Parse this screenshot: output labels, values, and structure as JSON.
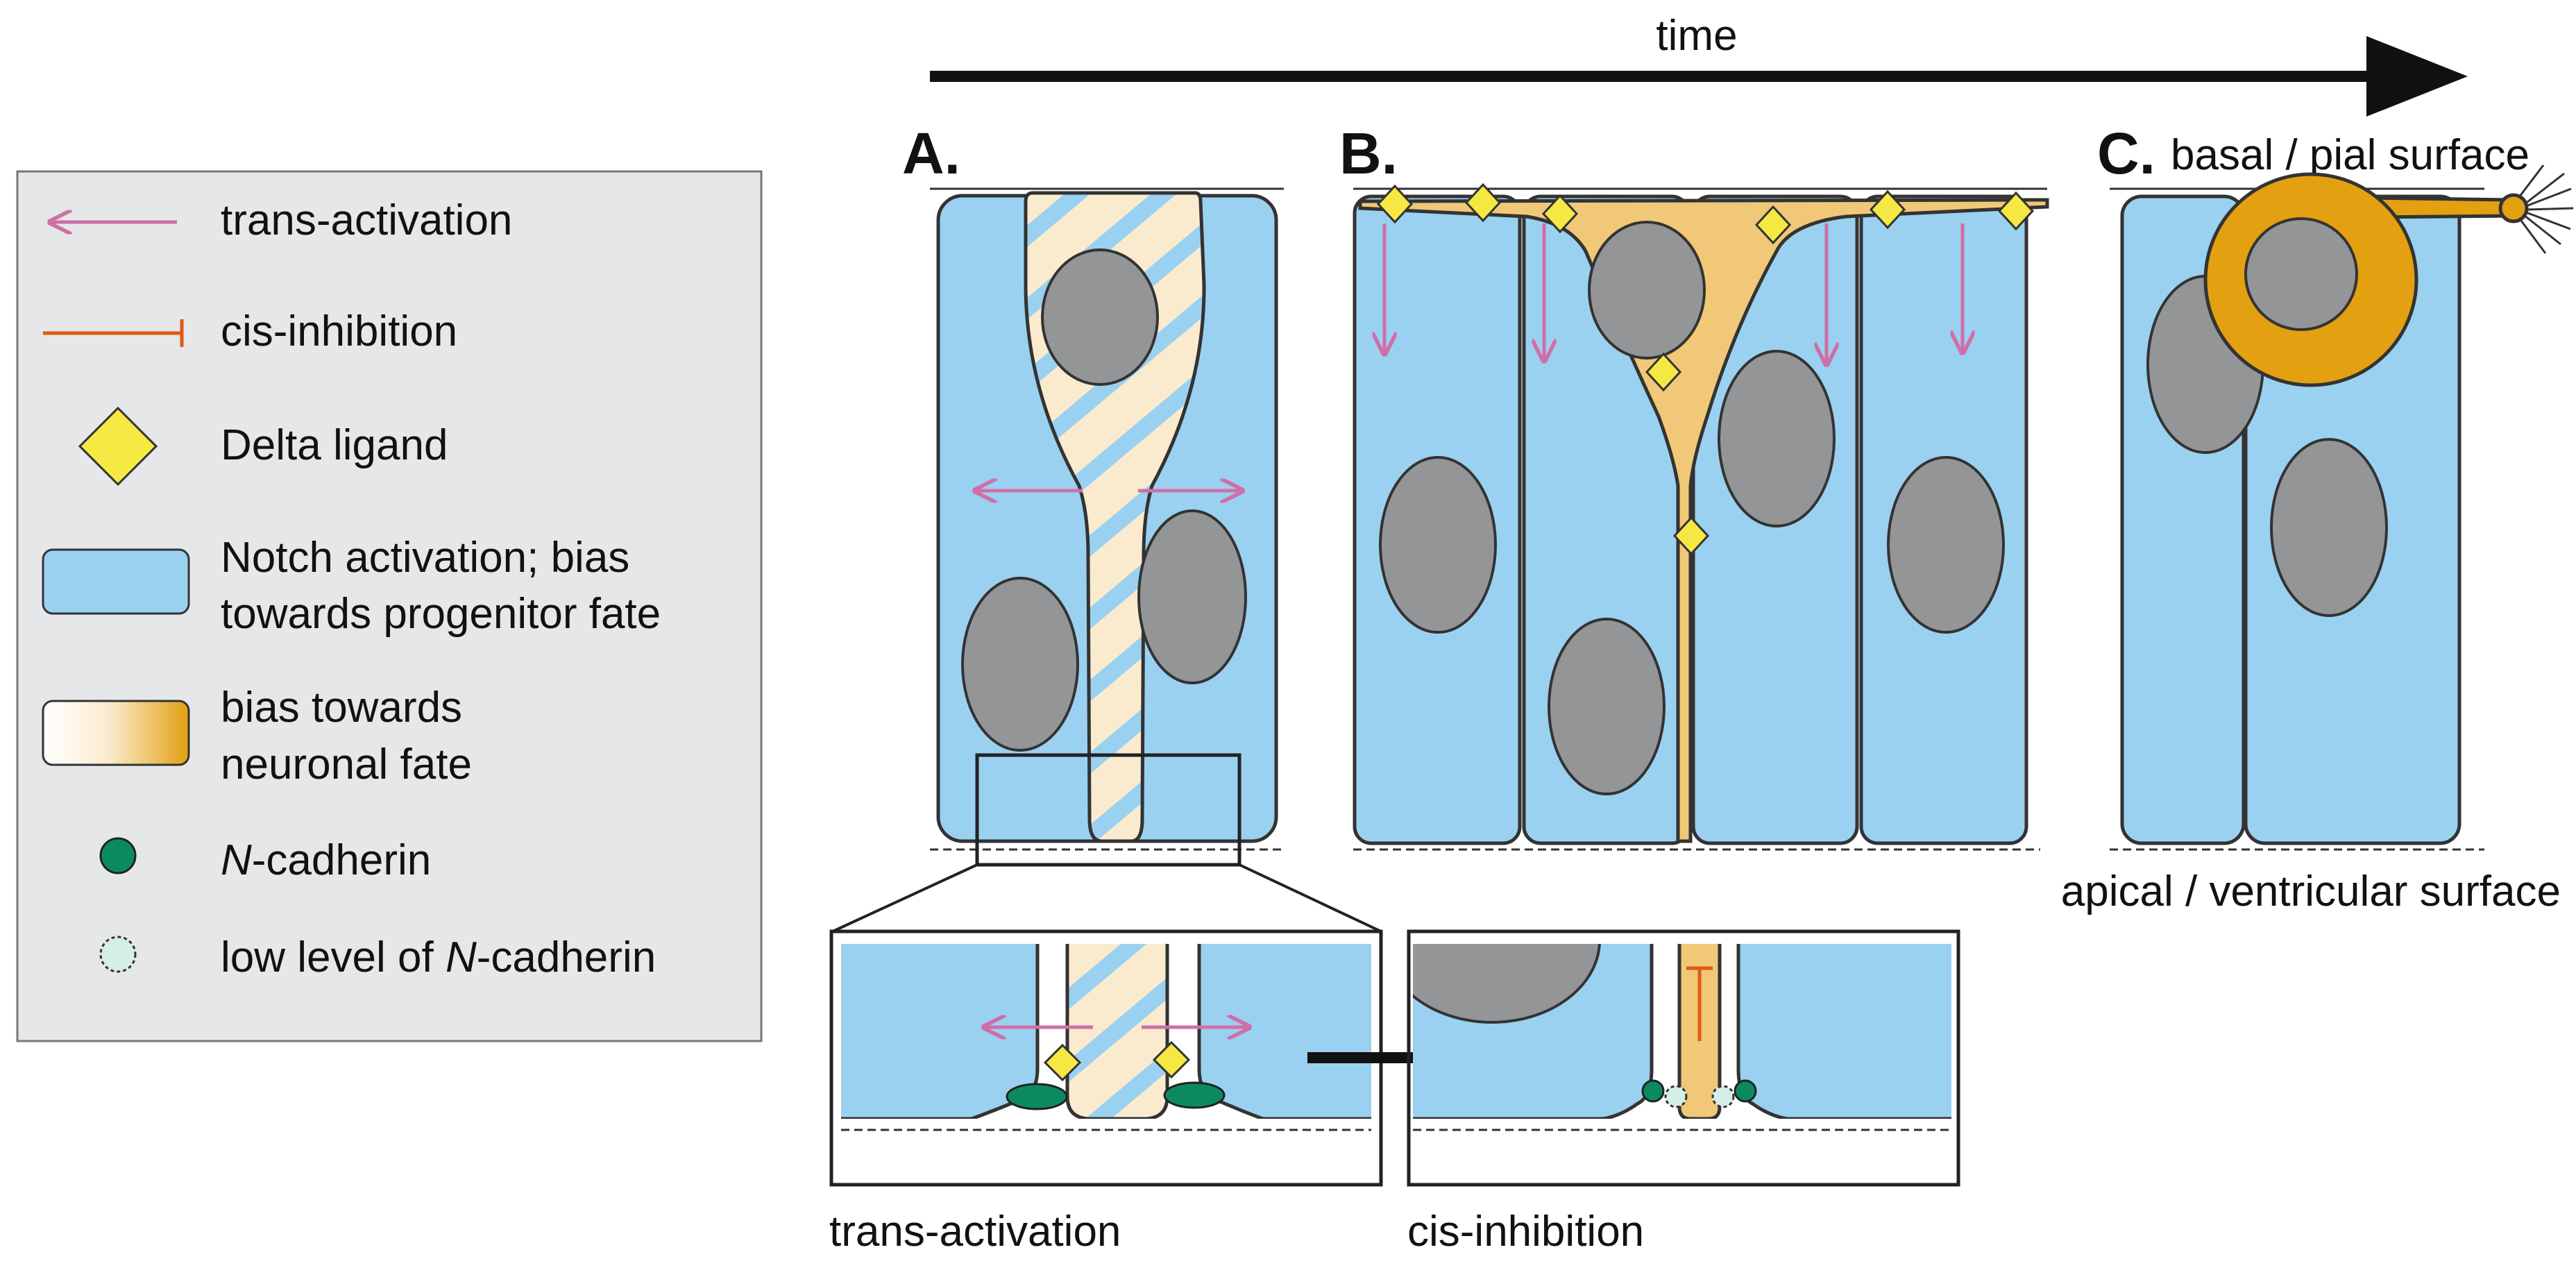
{
  "colors": {
    "progenitor_blue": "#9bd1f0",
    "neuronal_light": "#faebcf",
    "neuronal_mid": "#f0c877",
    "neuronal_dark": "#e3a010",
    "nucleus_gray": "#939597",
    "delta_yellow": "#f5e842",
    "ncadherin_green": "#0c8a5f",
    "ncadherin_low": "#d5efe7",
    "trans_arrow_pink": "#cf6fa7",
    "cis_inhibition_orange": "#e05a14",
    "legend_bg": "#e6e7e9",
    "outline": "#333333"
  },
  "legend": {
    "items": [
      {
        "icon": "pink-arrow-icon",
        "label": "trans-activation"
      },
      {
        "icon": "orange-t-bar-icon",
        "label": "cis-inhibition"
      },
      {
        "icon": "yellow-diamond-icon",
        "label": "Delta ligand"
      },
      {
        "icon": "blue-swatch-icon",
        "label_line1": "Notch activation; bias",
        "label_line2": "towards progenitor fate"
      },
      {
        "icon": "gradient-swatch-icon",
        "label_line1": "bias towards",
        "label_line2": "neuronal fate"
      },
      {
        "icon": "green-dot-icon",
        "label_prefix": "N",
        "label_suffix": "-cadherin"
      },
      {
        "icon": "low-dot-icon",
        "label_pre": "low level of ",
        "label_prefix": "N",
        "label_suffix": "-cadherin"
      }
    ]
  },
  "time_label": "time",
  "panels": {
    "a": {
      "letter": "A."
    },
    "b": {
      "letter": "B."
    },
    "c": {
      "letter": "C.",
      "top_label": "basal / pial surface",
      "bottom_label": "apical / ventricular surface"
    }
  },
  "insets": {
    "left_caption": "trans-activation",
    "right_caption": "cis-inhibition"
  }
}
